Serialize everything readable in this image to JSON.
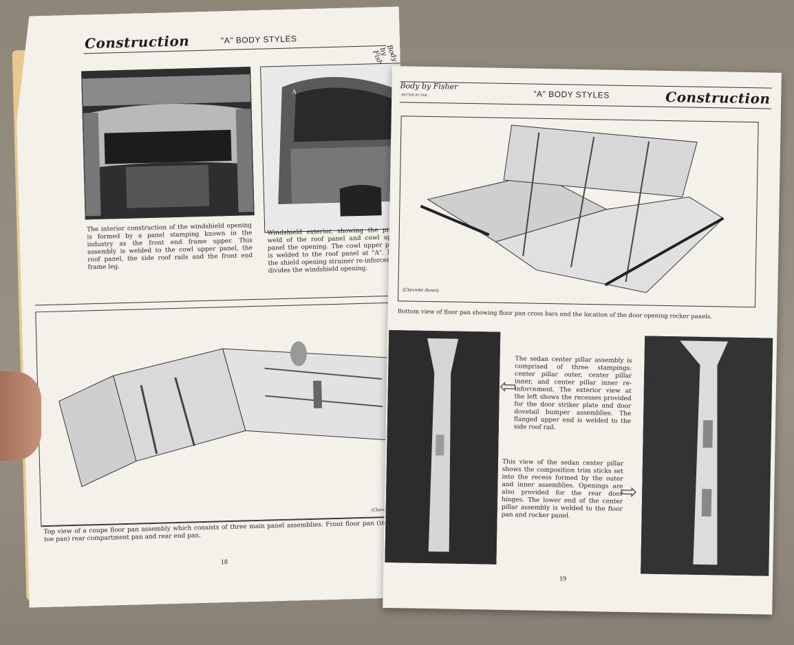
{
  "left_page": {
    "header_title": "Construction",
    "header_subtitle": "\"A\" BODY STYLES",
    "signature": "Body by Fisher",
    "caption_interior": "The interior construction of the windshield opening is formed by a panel stamping known in the industry as the front end frame upper. This assembly is welded to the cowl upper panel, the roof panel, the side roof rails and the front end frame leg.",
    "caption_exterior": "Windshield exterior, showing the pinch-weld of the roof panel and cowl upper panel the opening. The cowl upper panel is welded to the roof panel at \"A\". Note the shield opening strainer re-inforcement divides the windshield opening.",
    "photo_label_a": "A",
    "credit_floor": "(Chevrolet shown)",
    "caption_floor": "Top view of a coupe floor pan assembly which consists of three main panel assemblies. Front floor pan (including toe pan) rear compartment pan and rear end pan.",
    "page_number": "18"
  },
  "right_page": {
    "header_title": "Construction",
    "header_subtitle": "\"A\" BODY STYLES",
    "logo_text": "Body by Fisher",
    "logo_tagline": "BETTER BY FAR",
    "credit_floor": "(Chevrolet shown)",
    "caption_floor_bottom": "Bottom view of floor pan showing floor pan cross bars and the location of the door opening rocker panels.",
    "caption_pillar_exterior": "The sedan center pillar assembly is comprised of three stampings: center pillar outer, center pillar inner, and center pillar inner re-inforcement. The exterior view at the left shows the recesses provided for the door striker plate and door dovetail bumper assemblies. The flanged upper end is welded to the side roof rail.",
    "caption_pillar_interior": "This view of the sedan center pillar shows the composition trim sticks set into the recess formed by the outer and inner assemblies. Openings are also provided for the rear door hinges. The lower end of the center pillar assembly is welded to the floor pan and rocker panel.",
    "page_number": "19"
  },
  "colors": {
    "paper": "#f3f1ea",
    "ink": "#1e1e1e",
    "cover": "#e7c98e",
    "table": "#8f867a"
  }
}
